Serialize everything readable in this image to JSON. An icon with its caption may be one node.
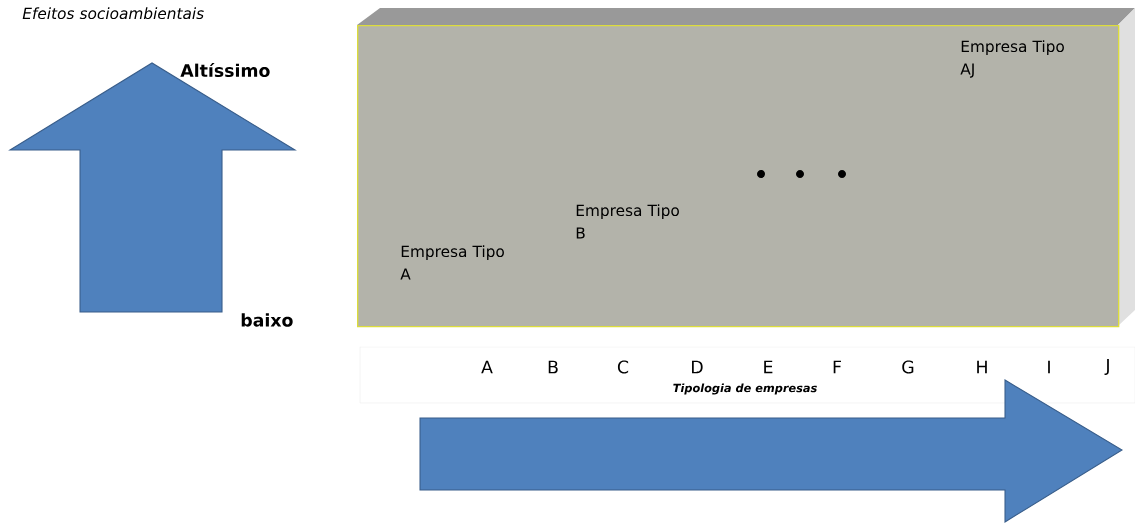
{
  "diagram": {
    "nodes": [
      {
        "text": [
          "Empresa Tipo A",
          "Empresa Tipo B",
          "Empresa Tipo AJ"
        ]
      }
    ],
    "labels": [
      "Efeitos socioambientais",
      "Altíssimo",
      "baixo",
      "A",
      "B",
      "C",
      "D",
      "E",
      "F",
      "G",
      "H",
      "I",
      "J",
      "Tipologia de empresas"
    ]
  }
}
